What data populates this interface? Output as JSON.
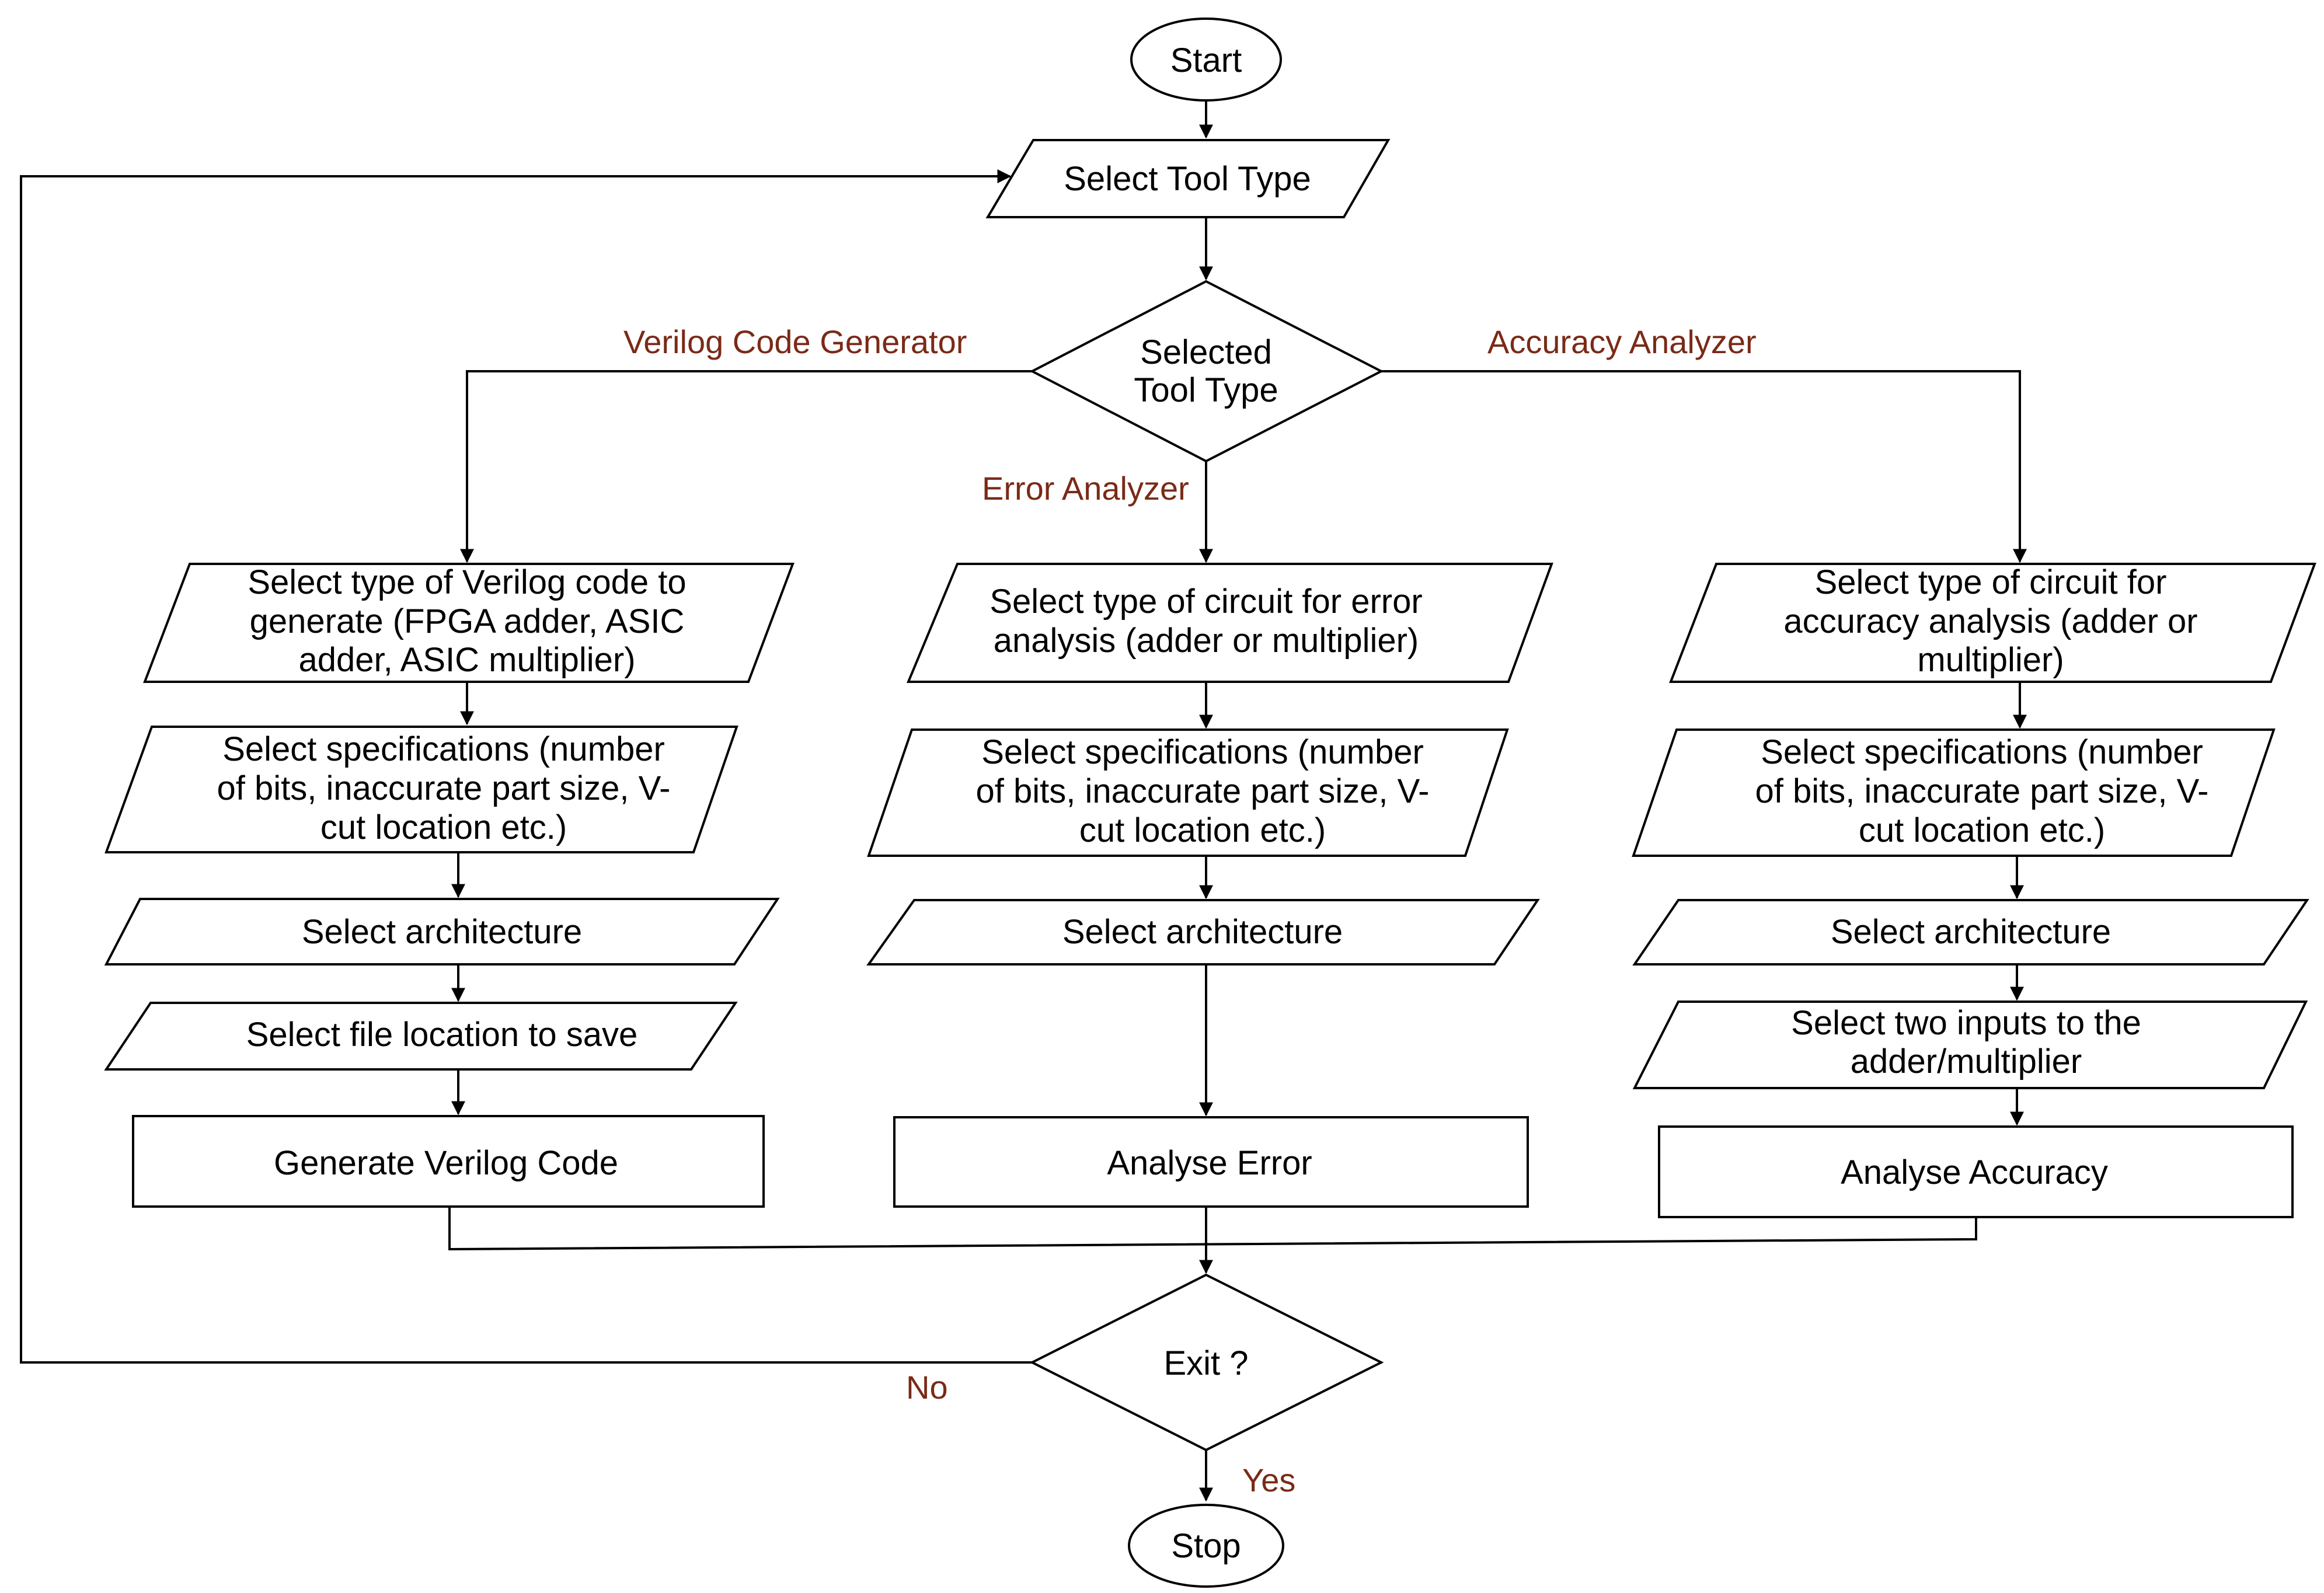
{
  "nodes": {
    "start": "Start",
    "select_tool": "Select Tool Type",
    "decision_tool": [
      "Selected",
      "Tool Type"
    ],
    "verilog_type": [
      "Select type of Verilog code to",
      "generate (FPGA adder, ASIC",
      "adder, ASIC multiplier)"
    ],
    "verilog_spec": [
      "Select specifications (number",
      "of bits, inaccurate part size, V-",
      "cut location etc.)"
    ],
    "verilog_arch": "Select architecture",
    "verilog_file": "Select file location to save",
    "verilog_generate": "Generate Verilog Code",
    "error_type": [
      "Select type of circuit for error",
      "analysis (adder or multiplier)"
    ],
    "error_spec": [
      "Select specifications (number",
      "of bits, inaccurate part size, V-",
      "cut location etc.)"
    ],
    "error_arch": "Select architecture",
    "error_analyse": "Analyse Error",
    "accuracy_type": [
      "Select type of circuit for",
      "accuracy analysis (adder or",
      "multiplier)"
    ],
    "accuracy_spec": [
      "Select specifications (number",
      "of bits, inaccurate part size, V-",
      "cut location etc.)"
    ],
    "accuracy_arch": "Select architecture",
    "accuracy_inputs": [
      "Select two inputs to the",
      "adder/multiplier"
    ],
    "accuracy_analyse": "Analyse Accuracy",
    "decision_exit": "Exit ?",
    "stop": "Stop"
  },
  "edge_labels": {
    "verilog": "Verilog Code Generator",
    "error": "Error Analyzer",
    "accuracy": "Accuracy Analyzer",
    "no": "No",
    "yes": "Yes"
  },
  "colors": {
    "edge_label": "#7a2a17",
    "stroke": "#000000"
  }
}
